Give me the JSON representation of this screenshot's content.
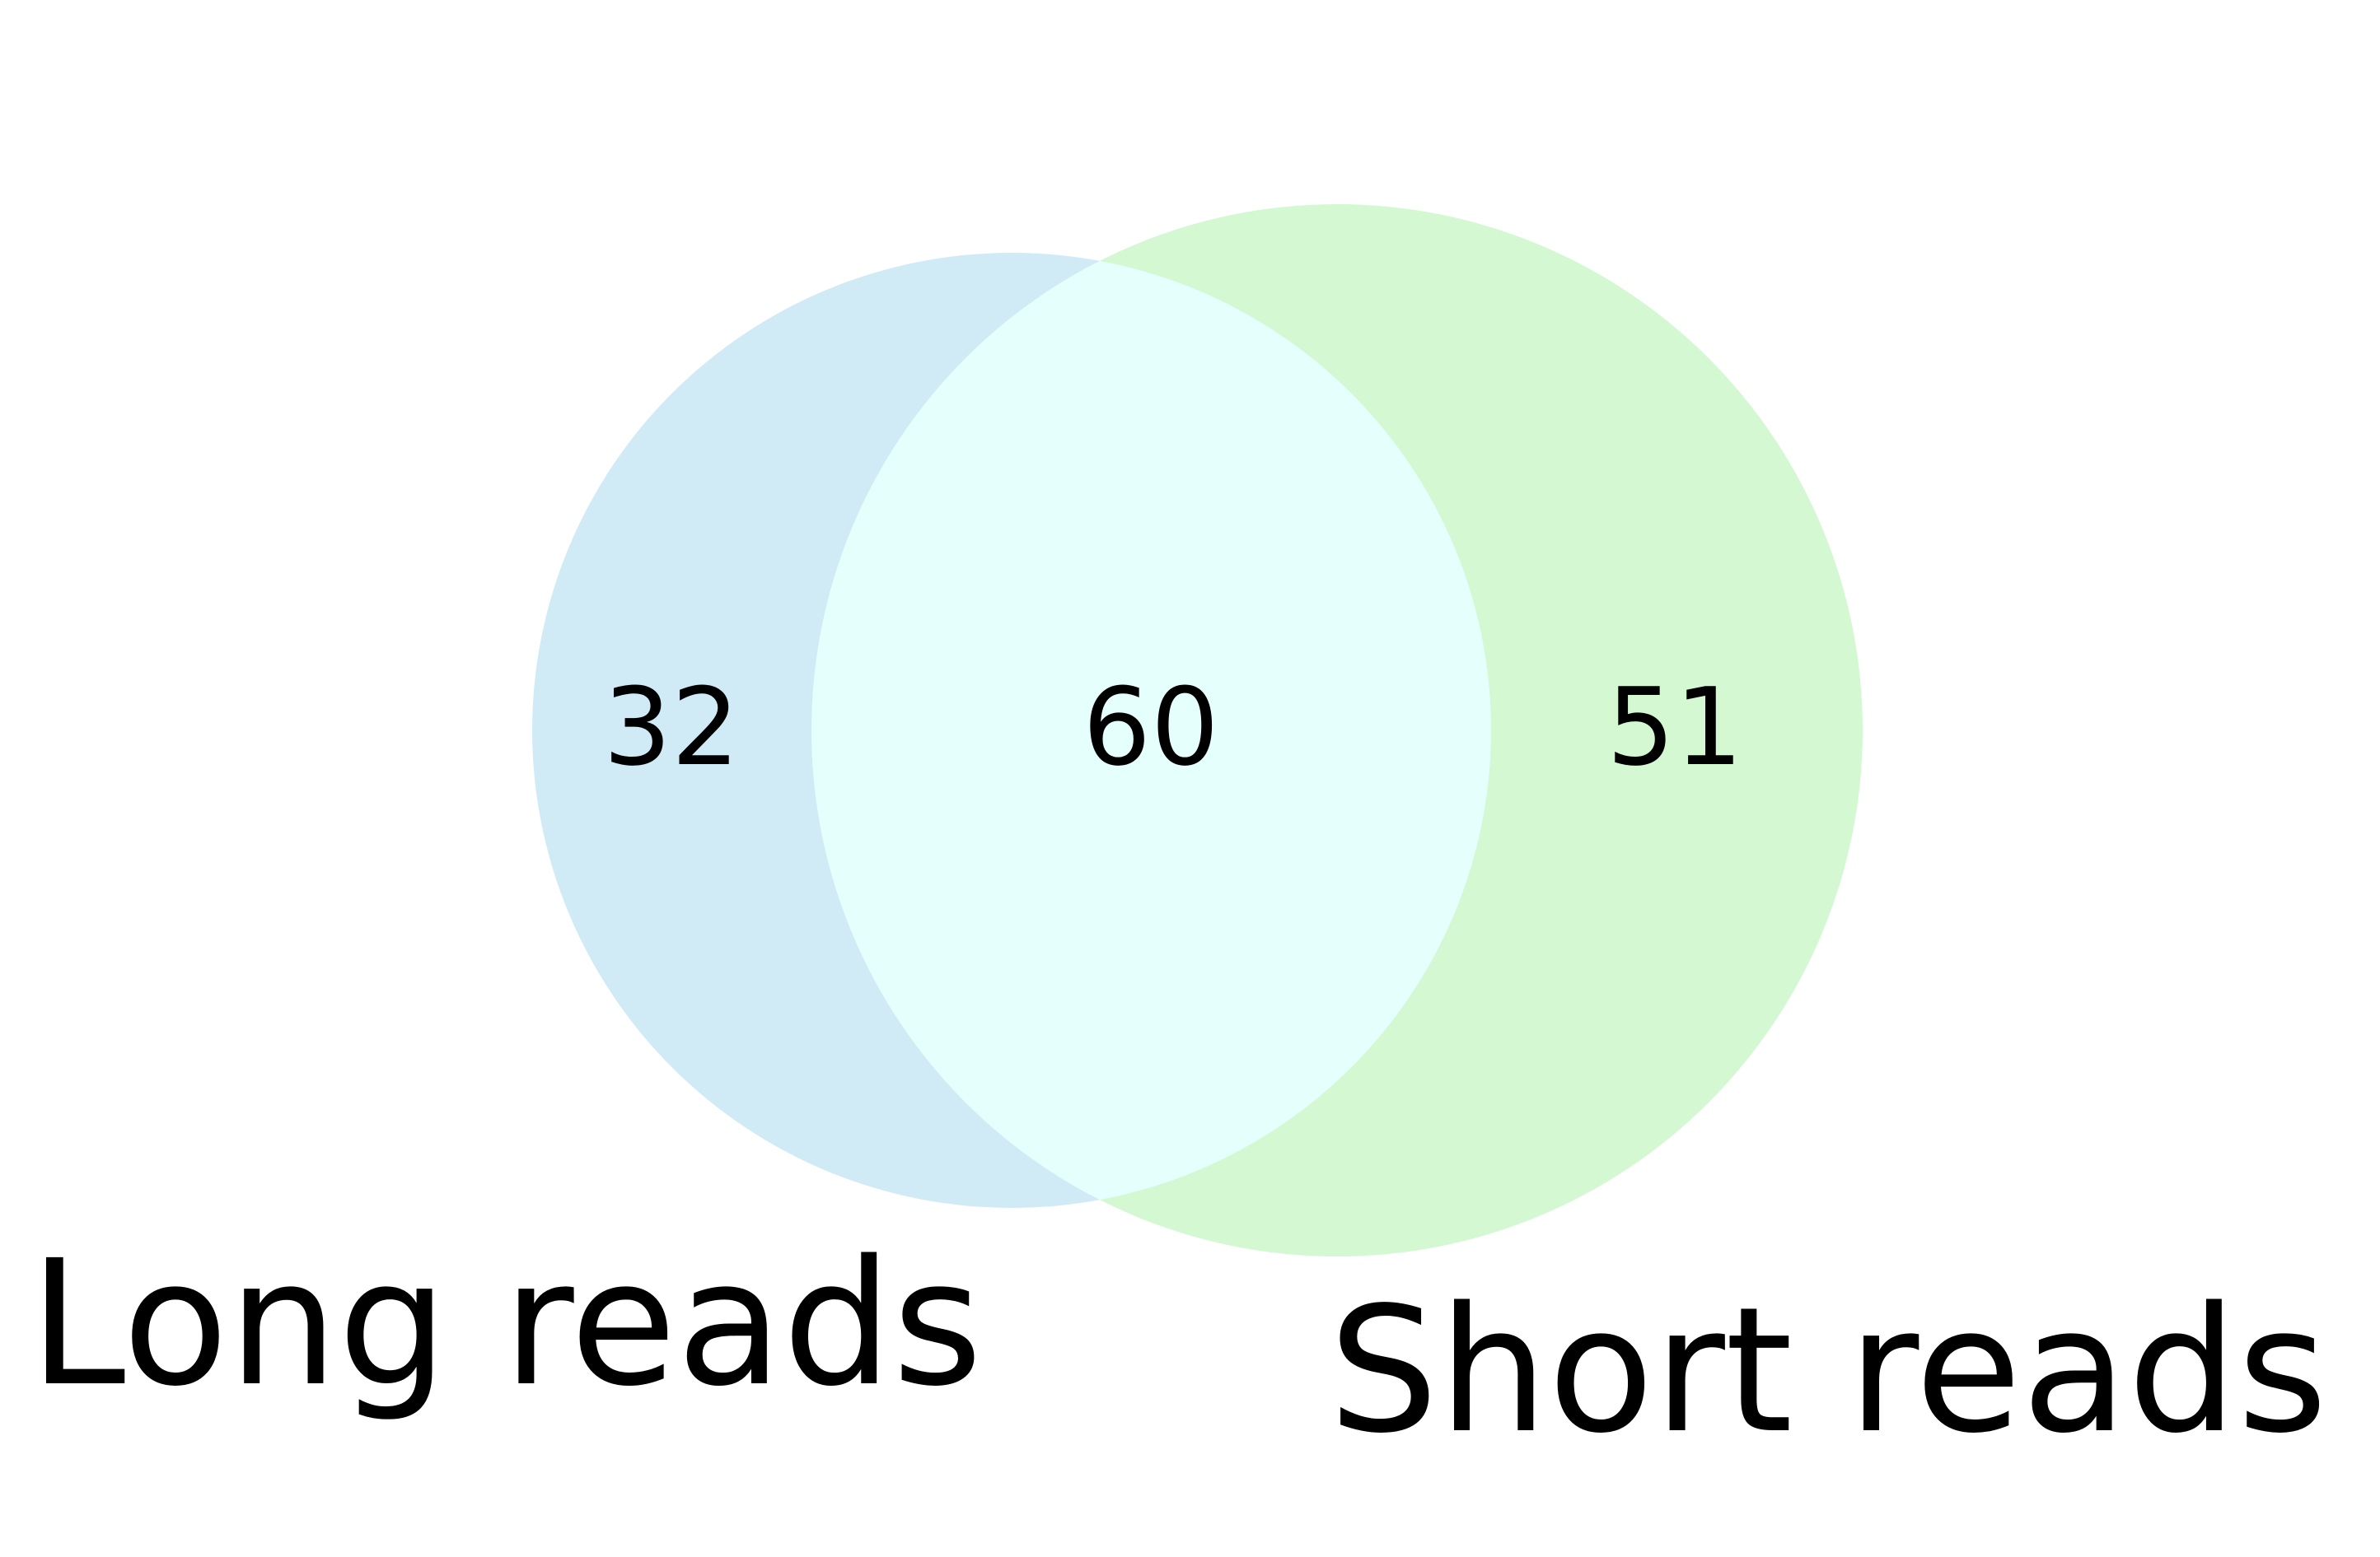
{
  "diagram": {
    "type": "venn",
    "sets": [
      {
        "label": "Long reads",
        "only_count": "32",
        "size": 92,
        "color": "#d0ebf6"
      },
      {
        "label": "Short reads",
        "only_count": "51",
        "size": 111,
        "color": "#d3f8d2"
      }
    ],
    "intersection": {
      "count": "60",
      "color": "#e5fffd"
    }
  }
}
